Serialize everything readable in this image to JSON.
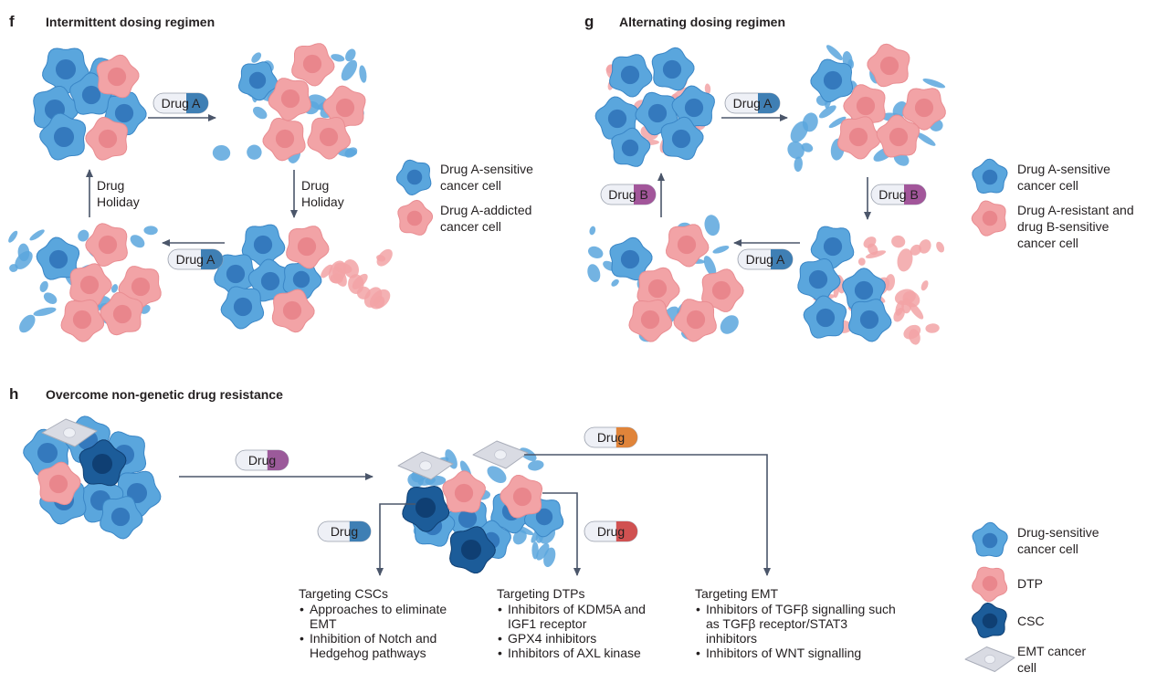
{
  "panels": {
    "f": {
      "label": "f",
      "title": "Intermittent dosing regimen",
      "drug_a_top": "Drug A",
      "drug_a_bottom": "Drug A",
      "holiday_left": [
        "Drug",
        "Holiday"
      ],
      "holiday_right": [
        "Drug",
        "Holiday"
      ],
      "legend": [
        {
          "lines": [
            "Drug A-sensitive",
            "cancer cell"
          ],
          "color": "#5aa6dd"
        },
        {
          "lines": [
            "Drug A-addicted",
            "cancer cell"
          ],
          "color": "#f2a3a6"
        }
      ]
    },
    "g": {
      "label": "g",
      "title": "Alternating dosing regimen",
      "drug_a_top": "Drug A",
      "drug_a_bottom": "Drug A",
      "drug_b_left": "Drug B",
      "drug_b_right": "Drug B",
      "legend": [
        {
          "lines": [
            "Drug A-sensitive",
            "cancer cell"
          ],
          "color": "#5aa6dd"
        },
        {
          "lines": [
            "Drug A-resistant and",
            "drug B-sensitive",
            "cancer cell"
          ],
          "color": "#f2a3a6"
        }
      ]
    },
    "h": {
      "label": "h",
      "title": "Overcome non-genetic drug resistance",
      "drug_main": "Drug",
      "drug_csc": "Drug",
      "drug_dtp": "Drug",
      "drug_emt": "Drug",
      "legend": [
        {
          "lines": [
            "Drug-sensitive",
            "cancer cell"
          ],
          "color": "#5aa6dd"
        },
        {
          "lines": [
            "DTP"
          ],
          "color": "#f2a3a6"
        },
        {
          "lines": [
            "CSC"
          ],
          "color": "#1c5c99"
        },
        {
          "lines": [
            "EMT cancer",
            "cell"
          ],
          "color": "#d9dbe3"
        }
      ],
      "boxes": {
        "csc": {
          "title": "Targeting CSCs",
          "items": [
            "Approaches to eliminate EMT",
            "Inhibition of Notch and Hedgehog pathways"
          ]
        },
        "dtp": {
          "title": "Targeting DTPs",
          "items": [
            "Inhibitors of KDM5A and IGF1 receptor",
            "GPX4 inhibitors",
            "Inhibitors of AXL kinase"
          ]
        },
        "emt": {
          "title": "Targeting EMT",
          "items": [
            "Inhibitors of TGFβ signalling such as TGFβ receptor/STAT3 inhibitors",
            "Inhibitors of WNT signalling"
          ]
        }
      }
    }
  },
  "colors": {
    "blue_cell": "#5aa6dd",
    "blue_nucleus": "#3479bd",
    "pink_cell": "#f2a3a6",
    "pink_nucleus": "#e9868c",
    "csc": "#1c5c99",
    "emt": "#d9dbe3",
    "arrow": "#4b566a",
    "drug_a_pill": "#3f7fb4",
    "drug_b_pill": "#a2569a",
    "drug_main_pill": "#9b5a9a",
    "drug_csc_pill": "#3f7fb4",
    "drug_dtp_pill": "#d05151",
    "drug_emt_pill": "#e0843a",
    "box_csc": "#bde3f4",
    "box_dtp": "#f8c4c3",
    "box_emt": "#dfe0ea"
  }
}
